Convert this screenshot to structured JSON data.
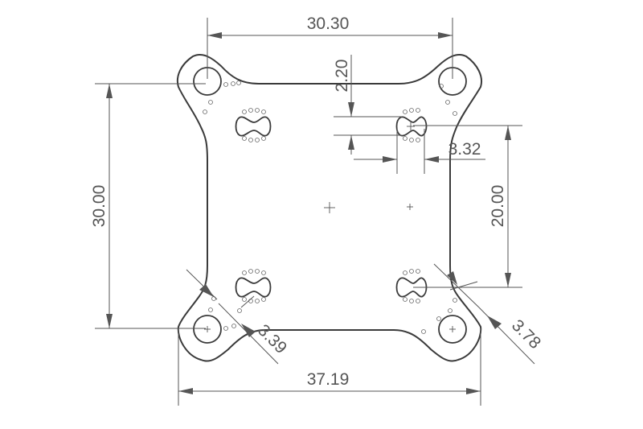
{
  "dimensions": {
    "top_width": "30.30",
    "left_height": "30.00",
    "bottom_width": "37.19",
    "right_height": "20.00",
    "small_vertical": "2.20",
    "slot_width": "3.32",
    "corner_left": "3.39",
    "corner_right": "3.78"
  },
  "colors": {
    "outline": "#3a3a3a",
    "dimension": "#555555",
    "background": "#ffffff"
  }
}
